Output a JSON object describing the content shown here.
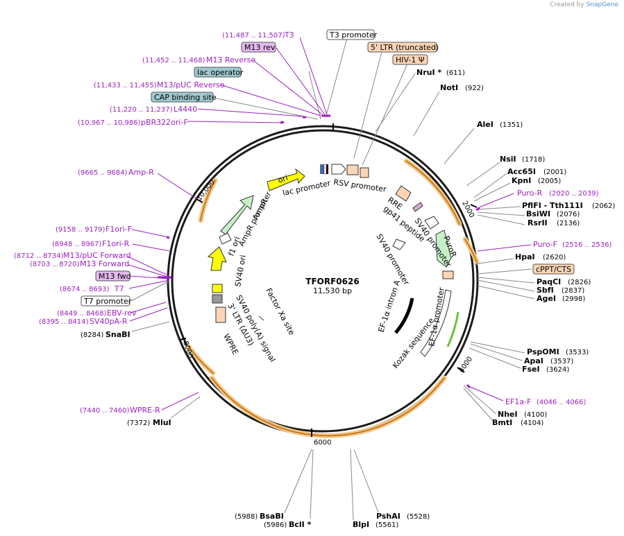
{
  "credit": {
    "prefix": "Created by",
    "brand": "SnapGene"
  },
  "plasmid": {
    "name": "TFORF0626",
    "size": "11,530 bp"
  },
  "ticks": [
    "2000",
    "4000",
    "6000",
    "8000",
    "10,000"
  ],
  "enzymes": [
    {
      "name": "NruI *",
      "pos": "(611)"
    },
    {
      "name": "NotI",
      "pos": "(922)"
    },
    {
      "name": "AleI",
      "pos": "(1351)"
    },
    {
      "name": "NsiI",
      "pos": "(1718)"
    },
    {
      "name": "Acc65I",
      "pos": "(2001)"
    },
    {
      "name": "KpnI",
      "pos": "(2005)"
    },
    {
      "name": "PflFI - Tth111I",
      "pos": "(2062)"
    },
    {
      "name": "BsiWI",
      "pos": "(2076)"
    },
    {
      "name": "RsrII",
      "pos": "(2136)"
    },
    {
      "name": "HpaI",
      "pos": "(2620)"
    },
    {
      "name": "PaqCI",
      "pos": "(2826)"
    },
    {
      "name": "SbfI",
      "pos": "(2837)"
    },
    {
      "name": "AgeI",
      "pos": "(2998)"
    },
    {
      "name": "PspOMI",
      "pos": "(3533)"
    },
    {
      "name": "ApaI",
      "pos": "(3537)"
    },
    {
      "name": "FseI",
      "pos": "(3624)"
    },
    {
      "name": "NheI",
      "pos": "(4100)"
    },
    {
      "name": "BmtI",
      "pos": "(4104)"
    },
    {
      "name": "PshAI",
      "pos": "(5528)"
    },
    {
      "name": "BlpI",
      "pos": "(5561)"
    },
    {
      "name": "BsaBI",
      "pos": "(5988)"
    },
    {
      "name": "BclI *",
      "pos": "(5986)"
    },
    {
      "name": "MluI",
      "pos": "(7372)"
    },
    {
      "name": "SnaBI",
      "pos": "(8284)"
    }
  ],
  "primers": [
    {
      "name": "T3",
      "pos": "(11,487 .. 11,507)"
    },
    {
      "name": "M13 rev",
      "pos": ""
    },
    {
      "name": "M13 Reverse",
      "pos": "(11,452 .. 11,468)"
    },
    {
      "name": "M13/pUC Reverse",
      "pos": "(11,433 .. 11,455)"
    },
    {
      "name": "L4440",
      "pos": "(11,220 .. 11,237)"
    },
    {
      "name": "pBR322ori-F",
      "pos": "(10,967 .. 10,986)"
    },
    {
      "name": "Amp-R",
      "pos": "(9665 .. 9684)"
    },
    {
      "name": "F1ori-F",
      "pos": "(9158 .. 9179)"
    },
    {
      "name": "F1ori-R",
      "pos": "(8948 .. 8967)"
    },
    {
      "name": "M13/pUC Forward",
      "pos": "(8712 .. 8734)"
    },
    {
      "name": "M13 Forward",
      "pos": "(8703 .. 8720)"
    },
    {
      "name": "M13 fwd",
      "pos": ""
    },
    {
      "name": "T7",
      "pos": "(8674 .. 8693)"
    },
    {
      "name": "EBV-rev",
      "pos": "(8449 .. 8468)"
    },
    {
      "name": "SV40pA-R",
      "pos": "(8395 .. 8414)"
    },
    {
      "name": "WPRE-R",
      "pos": "(7440 .. 7460)"
    },
    {
      "name": "Puro-R",
      "pos": "(2020 .. 2039)"
    },
    {
      "name": "Puro-F",
      "pos": "(2516 .. 2536)"
    },
    {
      "name": "EF1a-F",
      "pos": "(4046 .. 4066)"
    }
  ],
  "boxes": [
    "T3 promoter",
    "5' LTR (truncated)",
    "HIV-1 Ψ",
    "lac operator",
    "CAP binding site",
    "cPPT/CTS",
    "T7 promoter"
  ],
  "features": [
    "ori",
    "lac promoter",
    "RSV promoter",
    "RRE",
    "gp41 peptide",
    "SV40 promoter",
    "PuroR",
    "SV40 promoter",
    "EF-1α intron A",
    "EF-1α promoter",
    "Kozak sequence",
    "Factor Xa site",
    "SV40 poly(A) signal",
    "3' LTR (ΔU3)",
    "WPRE",
    "SV40 ori",
    "f1 ori",
    "AmpR promoter",
    "AmpR"
  ]
}
